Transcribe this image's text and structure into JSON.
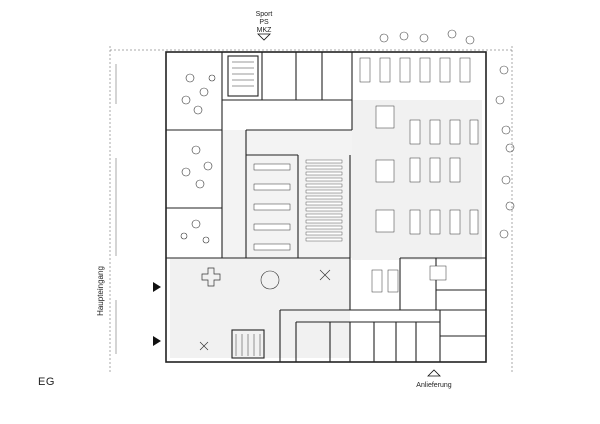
{
  "labels": {
    "top_entrance": [
      "Sport",
      "PS",
      "MKZ"
    ],
    "main_entrance": "Haupteingang",
    "delivery": "Anlieferung",
    "floor_level": "EG"
  }
}
